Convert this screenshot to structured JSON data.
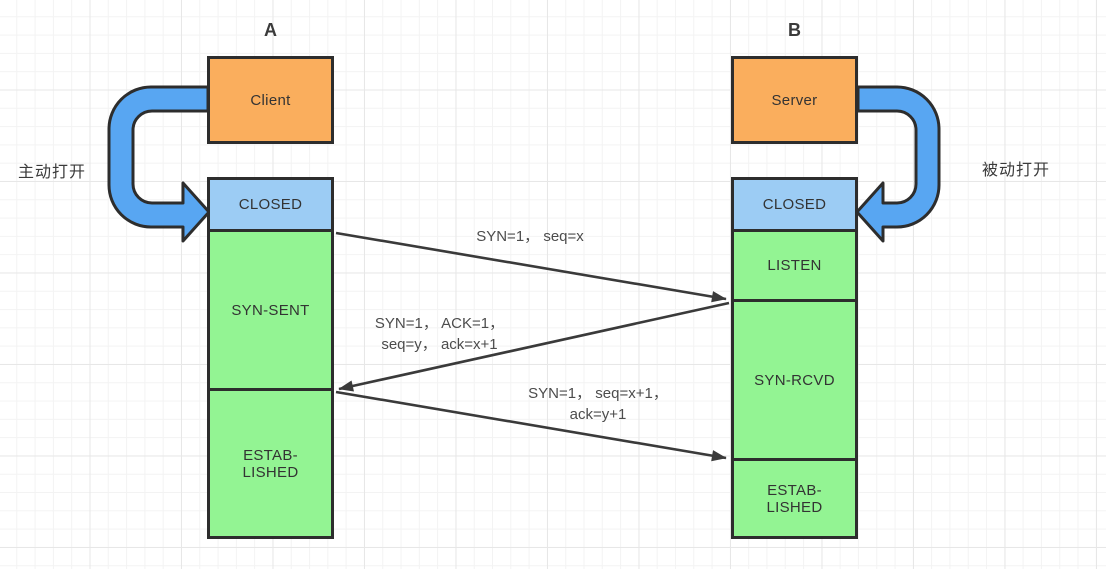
{
  "columns": {
    "a": {
      "tag": "A",
      "entity": "Client",
      "side_note": "主动打开",
      "states": [
        "CLOSED",
        "SYN-SENT",
        "ESTAB-\nLISHED"
      ]
    },
    "b": {
      "tag": "B",
      "entity": "Server",
      "side_note": "被动打开",
      "states": [
        "CLOSED",
        "LISTEN",
        "SYN-RCVD",
        "ESTAB-\nLISHED"
      ]
    }
  },
  "messages": [
    "SYN=1， seq=x",
    "SYN=1， ACK=1，\nseq=y， ack=x+1",
    "SYN=1， seq=x+1，\nack=y+1"
  ],
  "colors": {
    "entity_fill": "#faae5d",
    "closed_fill": "#9cccf4",
    "state_fill": "#93f493",
    "arrow_fill": "#58a6f2",
    "outline": "#2d2d2d",
    "line": "#3a3a3a"
  }
}
